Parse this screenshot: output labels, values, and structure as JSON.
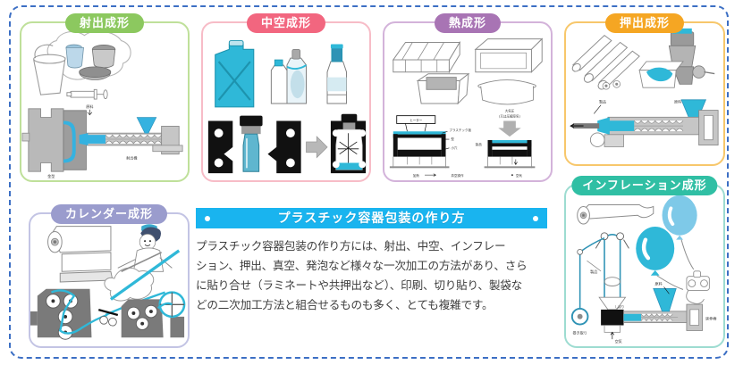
{
  "frame": {
    "border_color": "#3c6fc4"
  },
  "panels": [
    {
      "id": "injection",
      "label": "射出成形",
      "header_color": "#8cc85f",
      "border_color": "#bfe09a",
      "diagram_labels": [
        "原料",
        "射出機",
        "金型"
      ]
    },
    {
      "id": "blow",
      "label": "中空成形",
      "header_color": "#f2667f",
      "border_color": "#f7bcc7",
      "diagram_labels": []
    },
    {
      "id": "thermo",
      "label": "熱成形",
      "header_color": "#a874b4",
      "border_color": "#d3b3da",
      "diagram_labels": [
        "ヒーター",
        "プラスチック板",
        "型",
        "小穴",
        "大気圧",
        "(又は圧縮空気)",
        "製品",
        "加熱",
        "真空操作",
        "空気"
      ]
    },
    {
      "id": "extrusion",
      "label": "押出成形",
      "header_color": "#f5a623",
      "border_color": "#f7c76b",
      "diagram_labels": [
        "製品",
        "原料"
      ]
    },
    {
      "id": "calender",
      "label": "カレンダー成形",
      "header_color": "#9a9ccd",
      "border_color": "#c3c4e4",
      "diagram_labels": []
    },
    {
      "id": "inflation",
      "label": "インフレーション成形",
      "header_color": "#30bfa4",
      "border_color": "#9ddcd1",
      "diagram_labels": [
        "製品",
        "原料",
        "巻き取り",
        "空気",
        "延伸棒",
        "しぼり"
      ]
    }
  ],
  "info_card": {
    "title": "プラスチック容器包装の作り方",
    "title_bg": "#19b4ef",
    "body_lines": [
      "プラスチック容器包装の作り方には、射出、中空、インフレー",
      "ション、押出、真空、発泡など様々な一次加工の方法があり、さら",
      "に貼り合せ（ラミネートや共押出など）、印刷、切り貼り、製袋な",
      "どの二次加工方法と組合せるものも多く、とても複雑です。"
    ]
  },
  "colors": {
    "accent_cyan": "#19b4ef",
    "diagram_blue": "#2ca8d6",
    "diagram_gray": "#808080",
    "dark": "#1a1a1a"
  }
}
